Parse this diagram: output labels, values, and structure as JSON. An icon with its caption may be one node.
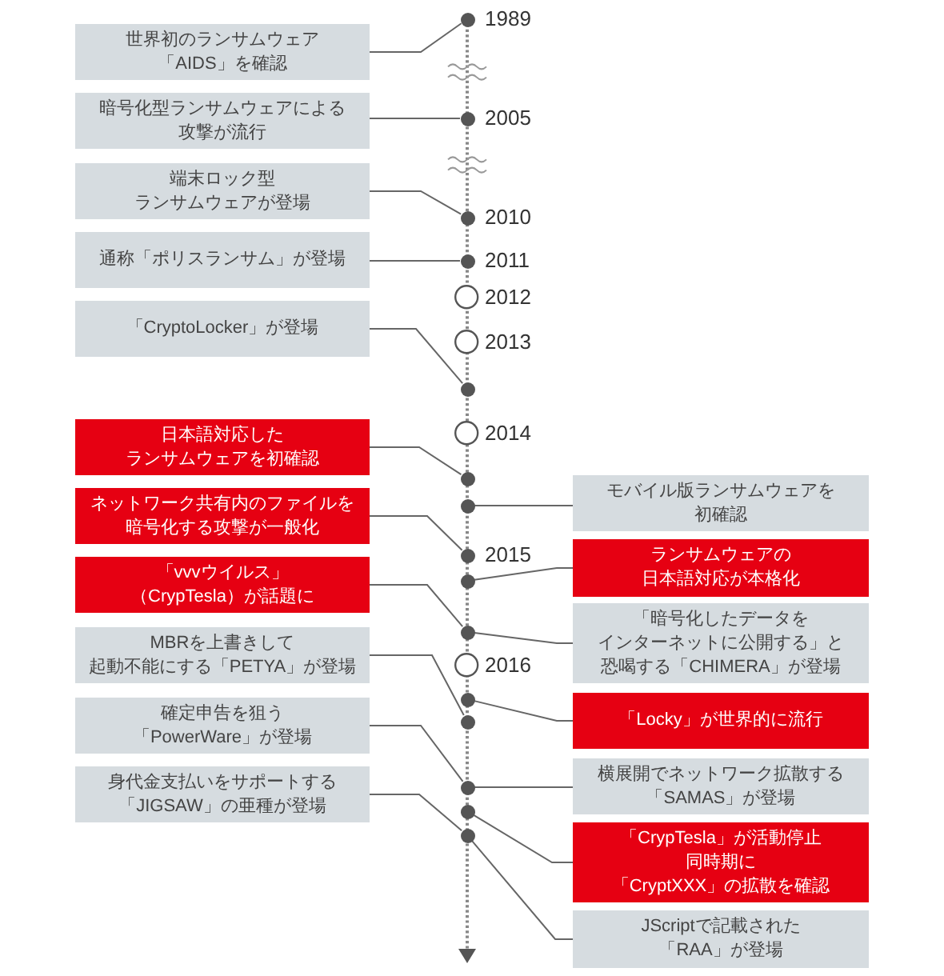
{
  "diagram": {
    "nodes": [
      {
        "text": [
          "世界初のランサムウェア「AIDS」を確認"
        ]
      },
      {
        "text": [
          "暗号化型ランサムウェアによる攻撃が流行"
        ]
      },
      {
        "text": [
          "端末ロック型ランサムウェアが登場"
        ]
      },
      {
        "text": [
          "通称「ポリスランサム」が登場"
        ]
      },
      {
        "text": [
          "「CryptoLocker」が登場"
        ]
      },
      {
        "text": [
          "日本語対応したランサムウェアを初確認"
        ]
      },
      {
        "text": [
          "ネットワーク共有内のファイルを暗号化する攻撃が一般化"
        ]
      },
      {
        "text": [
          "「vvvウイルス」（CrypTesla）が話題に"
        ]
      },
      {
        "text": [
          "MBRを上書きして起動不能にする「PETYA」が登場"
        ]
      },
      {
        "text": [
          "確定申告を狙う「PowerWare」が登場"
        ]
      },
      {
        "text": [
          "身代金支払いをサポートする「JIGSAW」の亜種が登場"
        ]
      },
      {
        "text": [
          "モバイル版ランサムウェアを初確認"
        ]
      },
      {
        "text": [
          "ランサムウェアの日本語対応が本格化"
        ]
      },
      {
        "text": [
          "「暗号化したデータをインターネットに公開する」と恐喝する「CHIMERA」が登場"
        ]
      },
      {
        "text": [
          "「Locky」が世界的に流行"
        ]
      },
      {
        "text": [
          "横展開でネットワーク拡散する「SAMAS」が登場"
        ]
      },
      {
        "text": [
          "「CrypTesla」が活動停止同時期に「CryptXXX」の拡散を確認"
        ]
      },
      {
        "text": [
          "JScriptで記載された「RAA」が登場"
        ]
      },
      {
        "text": [],
        "shape": "circle",
        "beside": [
          "1989"
        ]
      },
      {
        "text": [],
        "shape": "circle",
        "beside": [
          "2005"
        ]
      },
      {
        "text": [],
        "shape": "circle",
        "beside": [
          "2010"
        ]
      },
      {
        "text": [],
        "shape": "circle",
        "beside": [
          "2011"
        ]
      },
      {
        "text": [],
        "shape": "ring",
        "beside": [
          "2012"
        ]
      },
      {
        "text": [],
        "shape": "ring",
        "beside": [
          "2013"
        ]
      },
      {
        "text": [],
        "shape": "circle"
      },
      {
        "text": [],
        "shape": "ring",
        "beside": [
          "2014"
        ]
      },
      {
        "text": [],
        "shape": "circle"
      },
      {
        "text": [],
        "shape": "circle"
      },
      {
        "text": [],
        "shape": "circle",
        "beside": [
          "2015"
        ]
      },
      {
        "text": [],
        "shape": "circle"
      },
      {
        "text": [],
        "shape": "circle"
      },
      {
        "text": [],
        "shape": "ring",
        "beside": [
          "2016"
        ]
      },
      {
        "text": [],
        "shape": "circle"
      },
      {
        "text": [],
        "shape": "circle"
      },
      {
        "text": [],
        "shape": "circle"
      },
      {
        "text": [],
        "shape": "circle"
      },
      {
        "text": [],
        "shape": "circle"
      }
    ],
    "edges": [
      {
        "from": 0,
        "to": 18,
        "arrow": "none"
      },
      {
        "from": 1,
        "to": 19,
        "arrow": "none"
      },
      {
        "from": 2,
        "to": 20,
        "arrow": "none"
      },
      {
        "from": 3,
        "to": 21,
        "arrow": "none"
      },
      {
        "from": 4,
        "to": 24,
        "arrow": "none"
      },
      {
        "from": 5,
        "to": 26,
        "arrow": "none"
      },
      {
        "from": 6,
        "to": 28,
        "arrow": "none"
      },
      {
        "from": 7,
        "to": 30,
        "arrow": "none"
      },
      {
        "from": 8,
        "to": 33,
        "arrow": "none"
      },
      {
        "from": 9,
        "to": 34,
        "arrow": "none"
      },
      {
        "from": 10,
        "to": 36,
        "arrow": "none"
      },
      {
        "from": 11,
        "to": 27,
        "arrow": "none"
      },
      {
        "from": 12,
        "to": 29,
        "arrow": "none"
      },
      {
        "from": 13,
        "to": 30,
        "arrow": "none"
      },
      {
        "from": 14,
        "to": 32,
        "arrow": "none"
      },
      {
        "from": 15,
        "to": 34,
        "arrow": "none"
      },
      {
        "from": 16,
        "to": 35,
        "arrow": "none"
      },
      {
        "from": 17,
        "to": 36,
        "arrow": "none"
      }
    ]
  }
}
